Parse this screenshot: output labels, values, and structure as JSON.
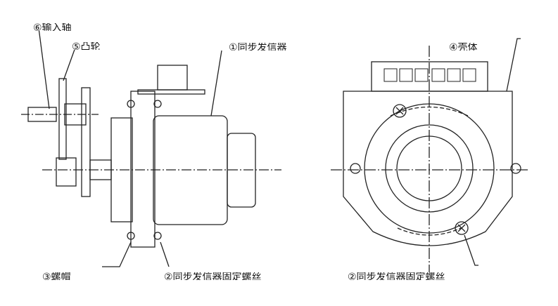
{
  "labels": {
    "input_shaft": "⑥输入轴",
    "cam": "⑤凸轮",
    "synchro_left": "①同步发信器",
    "housing": "④壳体",
    "nut": "③螺帽",
    "screw_left": "②同步发信器固定螺丝",
    "screw_right": "②同步发信器固定螺丝"
  }
}
